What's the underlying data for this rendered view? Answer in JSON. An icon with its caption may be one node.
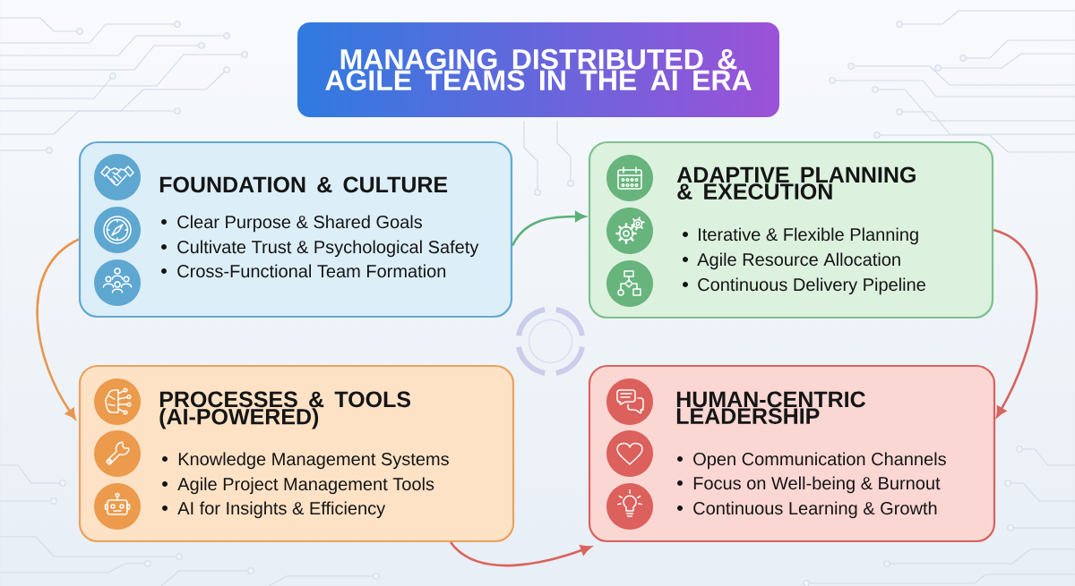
{
  "diagram": {
    "title": "MANAGING DISTRIBUTED & AGILE TEAMS IN THE AI ERA",
    "nodes": [
      {
        "text": [
          "FOUNDATION & CULTURE",
          "Clear Purpose & Shared Goals",
          "Cultivate Trust & Psychological Safety",
          "Cross-Functional Team Formation"
        ]
      },
      {
        "text": [
          "ADAPTIVE PLANNING & EXECUTION",
          "Iterative & Flexible Planning",
          "Agile Resource Allocation",
          "Continuous Delivery Pipeline"
        ]
      },
      {
        "text": [
          "PROCESSES & TOOLS (AI-POWERED)",
          "Knowledge Management Systems",
          "Agile Project Management Tools",
          "AI for Insights & Efficiency"
        ]
      },
      {
        "text": [
          "HUMAN-CENTRIC LEADERSHIP",
          "Open Communication Channels",
          "Focus on Well-being & Burnout",
          "Continuous Learning & Growth"
        ]
      }
    ],
    "edges": [
      {
        "from": 0,
        "to": 1,
        "arrow": "to",
        "color": "#5cb07a"
      },
      {
        "from": 0,
        "to": 2,
        "arrow": "to",
        "color": "#e8964e"
      },
      {
        "from": 1,
        "to": 3,
        "arrow": "to",
        "color": "#d8645e"
      },
      {
        "from": 2,
        "to": 3,
        "arrow": "to",
        "color": "#d8645e"
      }
    ]
  }
}
